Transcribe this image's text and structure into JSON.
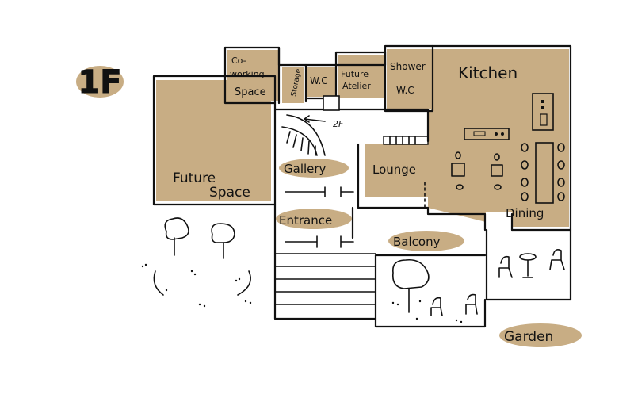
{
  "floor_label": "1F",
  "colors": {
    "fill": "#c8ad84",
    "line": "#111111",
    "background": "#ffffff"
  },
  "rooms": {
    "coworking_line1": "Co-",
    "coworking_line2": "working",
    "coworking_line3": "Space",
    "storage": "Storage",
    "wc": "W.C",
    "future_atelier_line1": "Future",
    "future_atelier_line2": "Atelier",
    "shower": "Shower",
    "shower_wc": "W.C",
    "kitchen": "Kitchen",
    "future_space_line1": "Future",
    "future_space_line2": "Space",
    "gallery": "Gallery",
    "lounge": "Lounge",
    "entrance": "Entrance",
    "dining": "Dining",
    "balcony": "Balcony",
    "garden": "Garden"
  },
  "stairs_label": "2F"
}
